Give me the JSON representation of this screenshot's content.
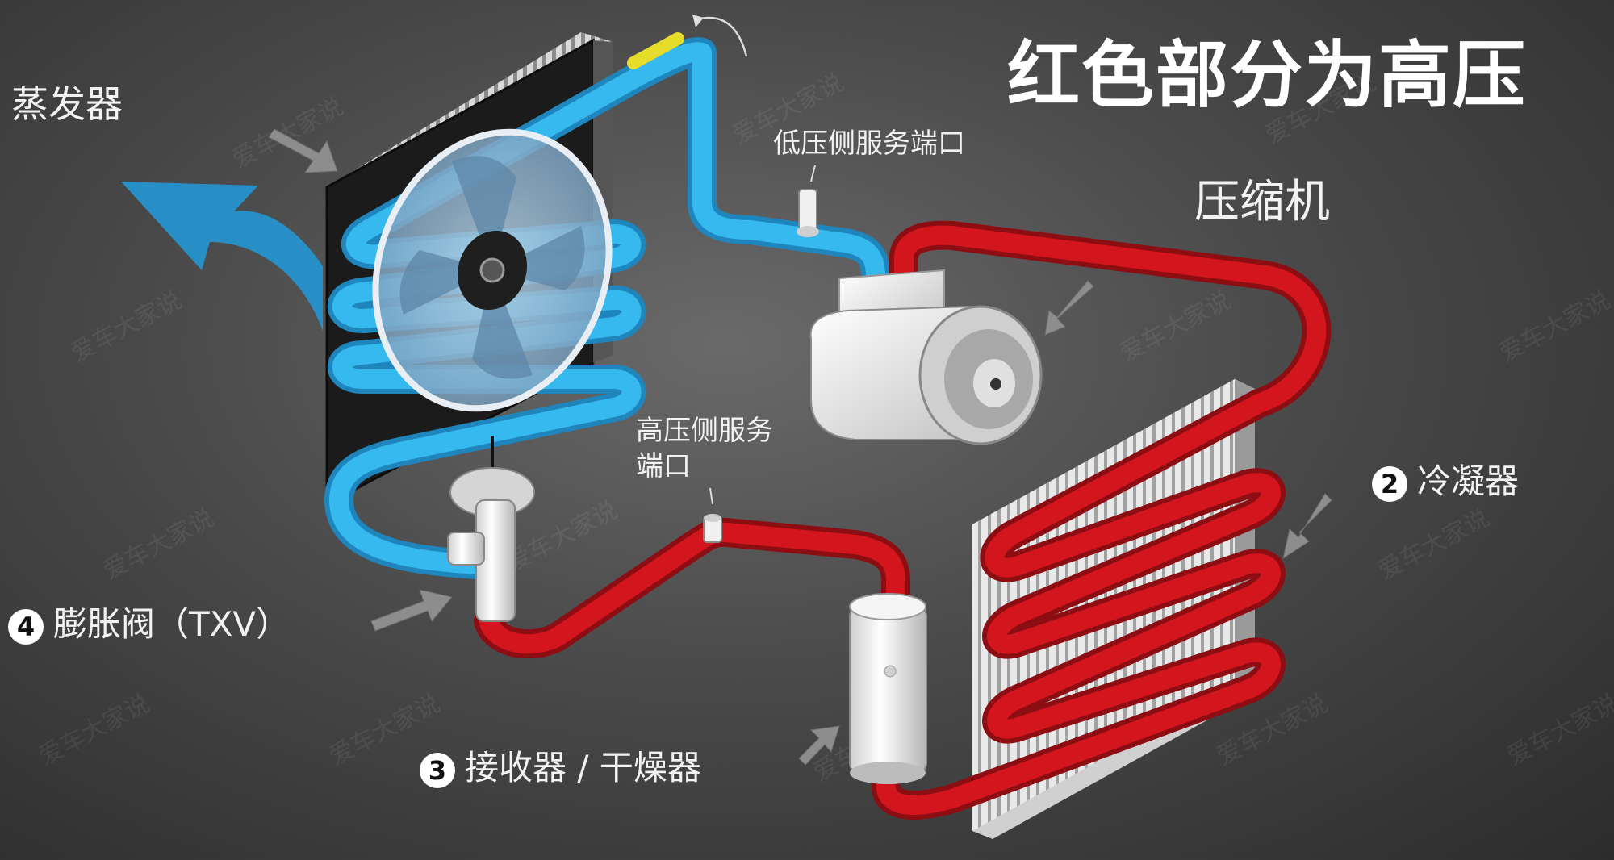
{
  "title": "红色部分为高压",
  "labels": {
    "evaporator": "蒸发器",
    "low_port": "低压侧服务端口",
    "compressor": "压缩机",
    "high_port_line1": "高压侧服务",
    "high_port_line2": "端口",
    "condenser": "冷凝器",
    "condenser_num": "2",
    "txv": "膨胀阀（TXV）",
    "txv_num": "4",
    "receiver": "接收器 / 干燥器",
    "receiver_num": "3"
  },
  "watermark": "爱车大家说",
  "colors": {
    "high_pressure": "#c8141a",
    "low_pressure": "#2aa8e0",
    "background": "#4a4a4a"
  }
}
